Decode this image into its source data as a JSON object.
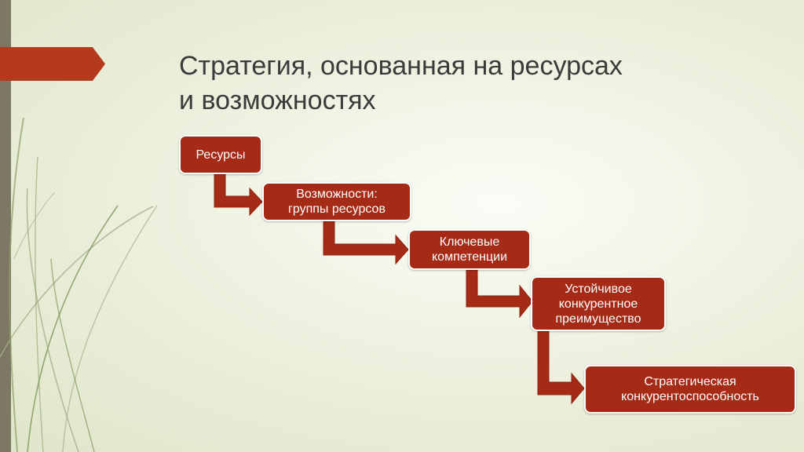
{
  "slide": {
    "title_lines": [
      "Стратегия, основанная на ресурсах",
      "и возможностях"
    ]
  },
  "flow": {
    "steps": [
      {
        "lines": [
          "Ресурсы"
        ]
      },
      {
        "lines": [
          "Возможности:",
          "группы ресурсов"
        ]
      },
      {
        "lines": [
          "Ключевые",
          "компетенции"
        ]
      },
      {
        "lines": [
          "Устойчивое",
          "конкурентное",
          "преимущество"
        ]
      },
      {
        "lines": [
          "Стратегическая",
          "конкурентоспособность"
        ]
      }
    ]
  },
  "colors": {
    "accent": "#a52b17",
    "title_tab": "#b5391d",
    "left_stripe": "#7c7863",
    "title_text": "#3b3b3b",
    "background": "#eef1df"
  }
}
